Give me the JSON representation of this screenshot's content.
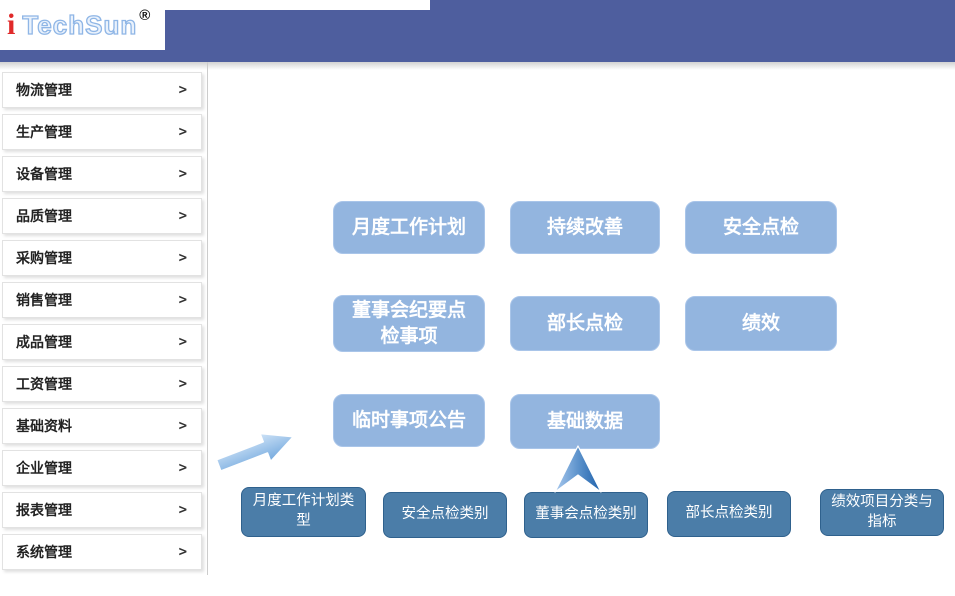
{
  "header": {
    "logo": {
      "i": "i",
      "text": "TechSun",
      "registered": "®"
    }
  },
  "sidebar": {
    "chevron": ">",
    "items": [
      {
        "label": "物流管理"
      },
      {
        "label": "生产管理"
      },
      {
        "label": "设备管理"
      },
      {
        "label": "品质管理"
      },
      {
        "label": "采购管理"
      },
      {
        "label": "销售管理"
      },
      {
        "label": "成品管理"
      },
      {
        "label": "工资管理"
      },
      {
        "label": "基础资料"
      },
      {
        "label": "企业管理"
      },
      {
        "label": "报表管理"
      },
      {
        "label": "系统管理"
      }
    ]
  },
  "main": {
    "tiles": [
      {
        "label": "月度工作计划"
      },
      {
        "label": "持续改善"
      },
      {
        "label": "安全点检"
      },
      {
        "label": "董事会纪要点检事项"
      },
      {
        "label": "部长点检"
      },
      {
        "label": "绩效"
      },
      {
        "label": "临时事项公告"
      },
      {
        "label": "基础数据"
      }
    ],
    "category_buttons": [
      {
        "label": "月度工作计划类型"
      },
      {
        "label": "安全点检类别"
      },
      {
        "label": "董事会点检类别"
      },
      {
        "label": "部长点检类别"
      },
      {
        "label": "绩效项目分类与指标"
      }
    ]
  },
  "colors": {
    "header_blue": "#4e5e9e",
    "tile_blue": "#93b5df",
    "category_blue": "#4b7da8",
    "arrow_light": "#b8d6f4",
    "arrow_dark": "#1e61ab",
    "logo_red": "#e02a2a"
  }
}
